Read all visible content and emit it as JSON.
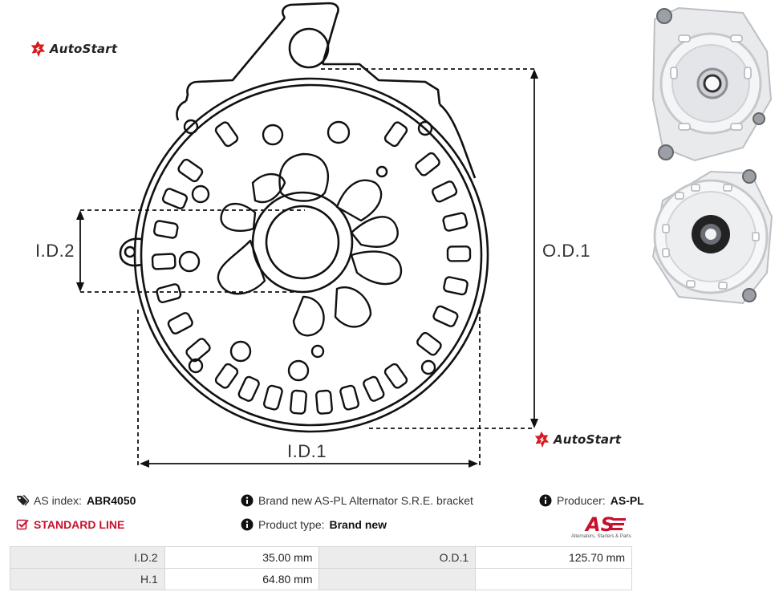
{
  "brand": {
    "name": "AutoStart",
    "accent_color": "#d71920"
  },
  "drawing": {
    "labels": {
      "id2": "I.D.2",
      "od1": "O.D.1",
      "id1": "I.D.1"
    }
  },
  "info": {
    "as_index_label": "AS index:",
    "as_index_value": "ABR4050",
    "standard_line": "STANDARD LINE",
    "description": "Brand new AS-PL Alternator S.R.E. bracket",
    "product_type_label": "Product type:",
    "product_type_value": "Brand new",
    "producer_label": "Producer:",
    "producer_value": "AS-PL",
    "as_logo_text": "AS",
    "as_logo_sub": "Alternators, Starters & Parts"
  },
  "specs": {
    "rows": [
      {
        "k1": "I.D.2",
        "v1": "35.00 mm",
        "k2": "O.D.1",
        "v2": "125.70 mm"
      },
      {
        "k1": "H.1",
        "v1": "64.80 mm",
        "k2": "",
        "v2": ""
      }
    ]
  },
  "icons": {
    "as_index": "tags-icon",
    "standard_line": "check-square-icon",
    "info": "info-circle-icon"
  }
}
